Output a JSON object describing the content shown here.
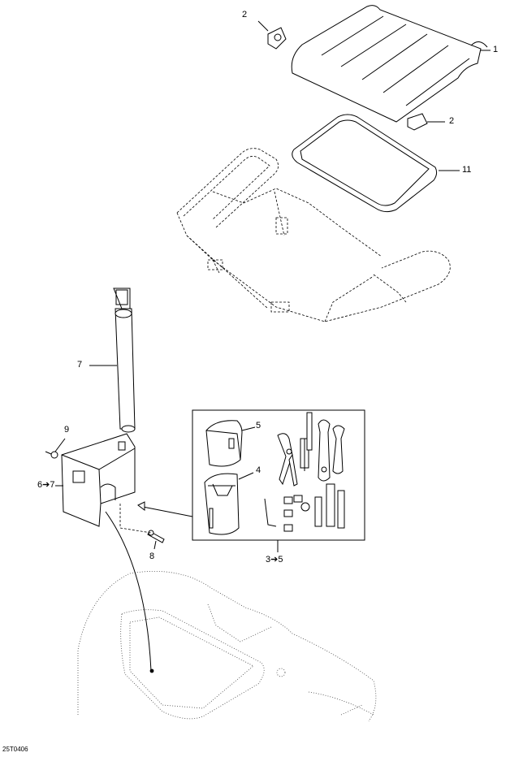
{
  "callouts": [
    {
      "id": "c1",
      "text": "1"
    },
    {
      "id": "c2a",
      "text": "2"
    },
    {
      "id": "c2b",
      "text": "2"
    },
    {
      "id": "c11",
      "text": "11"
    },
    {
      "id": "c7",
      "text": "7"
    },
    {
      "id": "c9",
      "text": "9"
    },
    {
      "id": "c6",
      "text": "6➔7"
    },
    {
      "id": "c5",
      "text": "5"
    },
    {
      "id": "c4",
      "text": "4"
    },
    {
      "id": "c8",
      "text": "8"
    },
    {
      "id": "c3",
      "text": "3➔5"
    }
  ],
  "reference_code": "25T0406"
}
